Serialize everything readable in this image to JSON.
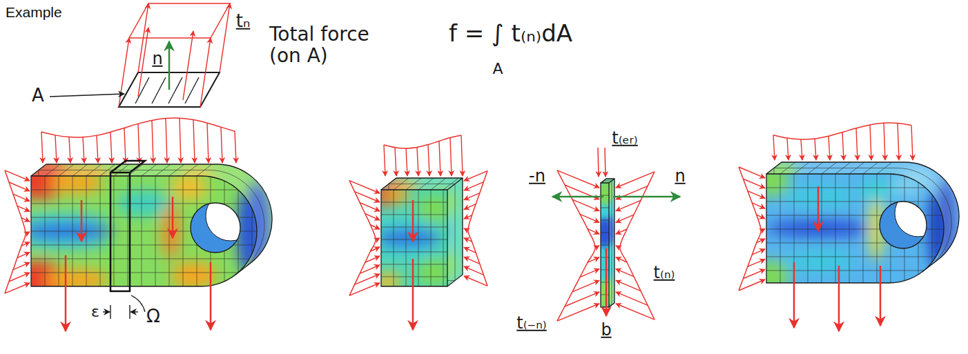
{
  "diagram": {
    "title": "Example",
    "labels": [
      "tₙ",
      "n",
      "A",
      "Total force (on A)",
      "f = ∫ t₍ₙ₎dA",
      "A",
      "ε",
      "Ω",
      "t₍ₑᵣ₎",
      "-n",
      "n",
      "t₍₋ₙ₎",
      "t₍ₙ₎",
      "b"
    ]
  }
}
